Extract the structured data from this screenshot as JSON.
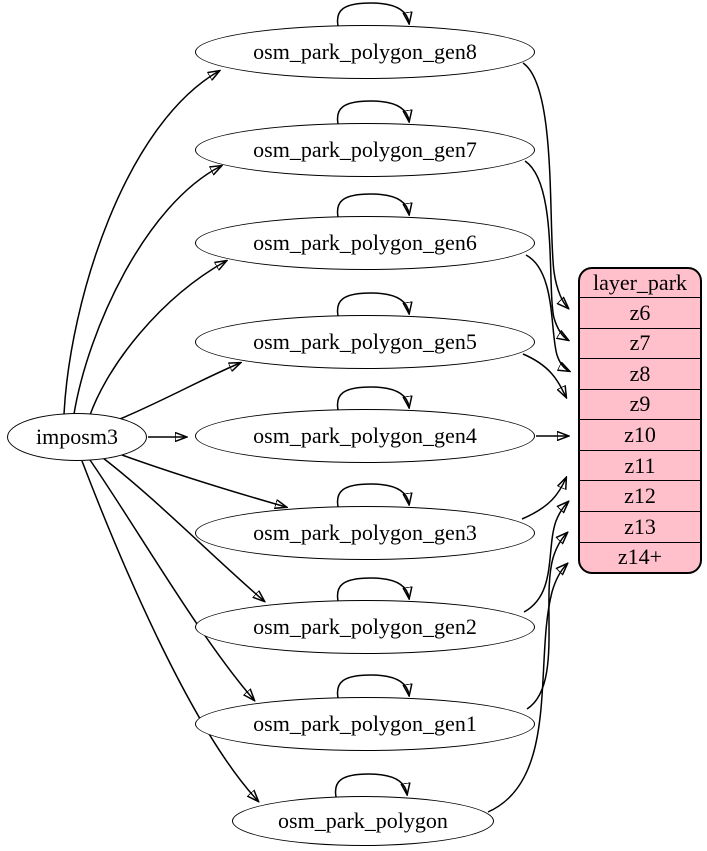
{
  "diagram": {
    "source": {
      "label": "imposm3"
    },
    "generalized_tables": [
      {
        "label": "osm_park_polygon_gen8"
      },
      {
        "label": "osm_park_polygon_gen7"
      },
      {
        "label": "osm_park_polygon_gen6"
      },
      {
        "label": "osm_park_polygon_gen5"
      },
      {
        "label": "osm_park_polygon_gen4"
      },
      {
        "label": "osm_park_polygon_gen3"
      },
      {
        "label": "osm_park_polygon_gen2"
      },
      {
        "label": "osm_park_polygon_gen1"
      },
      {
        "label": "osm_park_polygon"
      }
    ],
    "layer": {
      "title": "layer_park",
      "zoom_rows": [
        "z6",
        "z7",
        "z8",
        "z9",
        "z10",
        "z11",
        "z12",
        "z13",
        "z14+"
      ]
    },
    "colors": {
      "layer_fill": "#ffc0cb",
      "node_fill": "#ffffff",
      "stroke": "#000000"
    },
    "edges": {
      "from_source": [
        {
          "from": "imposm3",
          "to": "osm_park_polygon_gen8"
        },
        {
          "from": "imposm3",
          "to": "osm_park_polygon_gen7"
        },
        {
          "from": "imposm3",
          "to": "osm_park_polygon_gen6"
        },
        {
          "from": "imposm3",
          "to": "osm_park_polygon_gen5"
        },
        {
          "from": "imposm3",
          "to": "osm_park_polygon_gen4"
        },
        {
          "from": "imposm3",
          "to": "osm_park_polygon_gen3"
        },
        {
          "from": "imposm3",
          "to": "osm_park_polygon_gen2"
        },
        {
          "from": "imposm3",
          "to": "osm_park_polygon_gen1"
        },
        {
          "from": "imposm3",
          "to": "osm_park_polygon"
        }
      ],
      "self_loops": [
        "osm_park_polygon_gen8",
        "osm_park_polygon_gen7",
        "osm_park_polygon_gen6",
        "osm_park_polygon_gen5",
        "osm_park_polygon_gen4",
        "osm_park_polygon_gen3",
        "osm_park_polygon_gen2",
        "osm_park_polygon_gen1",
        "osm_park_polygon"
      ],
      "to_layer": [
        {
          "from": "osm_park_polygon_gen8",
          "to": "z6"
        },
        {
          "from": "osm_park_polygon_gen7",
          "to": "z7"
        },
        {
          "from": "osm_park_polygon_gen6",
          "to": "z8"
        },
        {
          "from": "osm_park_polygon_gen5",
          "to": "z9"
        },
        {
          "from": "osm_park_polygon_gen4",
          "to": "z10"
        },
        {
          "from": "osm_park_polygon_gen3",
          "to": "z11"
        },
        {
          "from": "osm_park_polygon_gen2",
          "to": "z12"
        },
        {
          "from": "osm_park_polygon_gen1",
          "to": "z13"
        },
        {
          "from": "osm_park_polygon",
          "to": "z14+"
        }
      ]
    }
  }
}
